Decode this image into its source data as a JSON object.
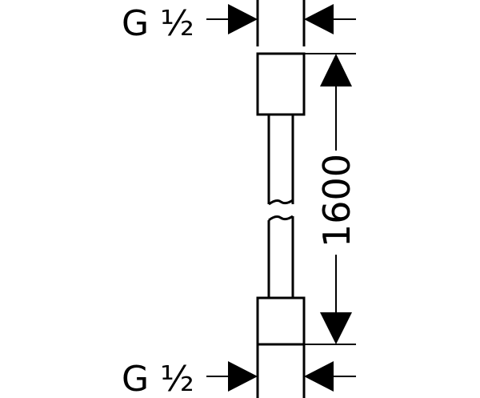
{
  "diagram": {
    "top_connection_label": "G ½",
    "bottom_connection_label": "G ½",
    "length_dimension": "1600"
  },
  "colors": {
    "ink": "#000000",
    "background": "#ffffff"
  }
}
